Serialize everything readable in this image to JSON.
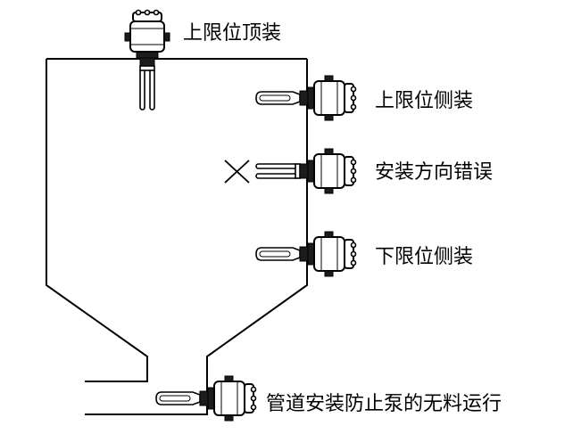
{
  "labels": {
    "top_mount": "上限位顶装",
    "upper_side_mount": "上限位侧装",
    "wrong_orientation": "安装方向错误",
    "lower_side_mount": "下限位侧装",
    "pipe_mount": "管道安装防止泵的无料运行"
  },
  "icons": {
    "sensor": "tuning-fork-level-switch-icon",
    "wrong_mark": "x-mark-icon"
  },
  "colors": {
    "line": "#000000",
    "background": "#ffffff"
  }
}
